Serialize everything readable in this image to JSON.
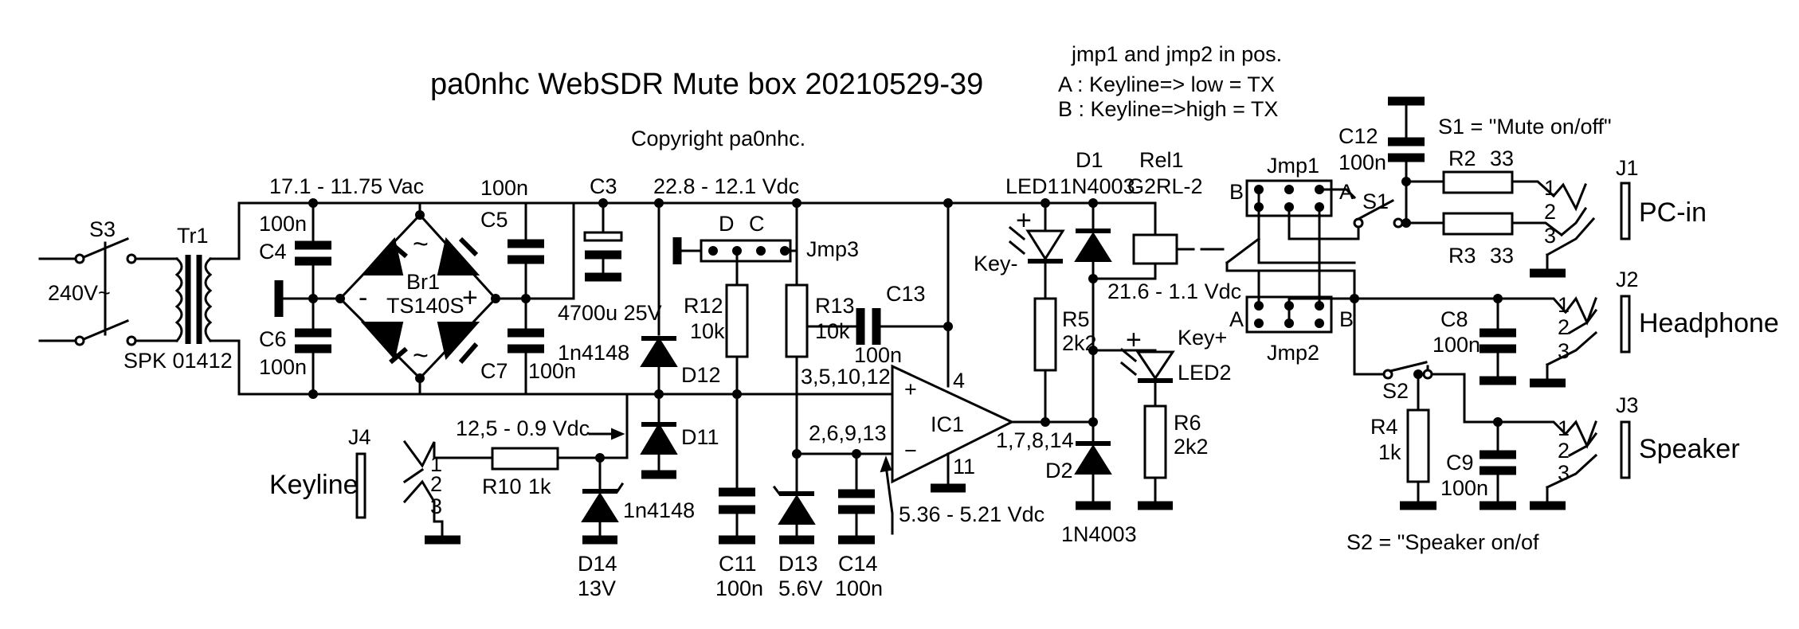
{
  "title": "pa0nhc WebSDR Mute box 20210529-39",
  "copyright": "Copyright pa0nhc.",
  "jumper_note": {
    "line1": "jmp1 and jmp2 in pos.",
    "line2": "A : Keyline=> low = TX",
    "line3": "B : Keyline=>high = TX"
  },
  "voltages": {
    "ac": "17.1 - 11.75 Vac",
    "dc": "22.8 - 12.1 Vdc",
    "relay": "21.6 - 1.1 Vdc",
    "keyline": "12,5 - 0.9 Vdc",
    "ref": "5.36 - 5.21 Vdc"
  },
  "switches": {
    "s3": "S3",
    "mains": "240V~",
    "s1": "S1",
    "s1_note": "S1 = \"Mute on/off\"",
    "s2": "S2",
    "s2_note": "S2 = \"Speaker on/of"
  },
  "transformer": {
    "ref": "Tr1",
    "part": "SPK 01412"
  },
  "bridge": {
    "ref": "Br1",
    "part": "TS140S",
    "plus": "+",
    "minus": "-",
    "ac": "~"
  },
  "caps": {
    "c3": "C3",
    "c3_val": "4700u 25V",
    "c4": "C4",
    "c4_val": "100n",
    "c5": "C5",
    "c5_val": "100n",
    "c6": "C6",
    "c6_val": "100n",
    "c7": "C7",
    "c7_val": "100n",
    "c8": "C8",
    "c8_val": "100n",
    "c9": "C9",
    "c9_val": "100n",
    "c11": "C11",
    "c11_val": "100n",
    "c12": "C12",
    "c12_val": "100n",
    "c13": "C13",
    "c13_val": "100n",
    "c14": "C14",
    "c14_val": "100n"
  },
  "resistors": {
    "r2": "R2",
    "r2_val": "33",
    "r3": "R3",
    "r3_val": "33",
    "r4": "R4",
    "r4_val": "1k",
    "r5": "R5",
    "r5_val": "2k2",
    "r6": "R6",
    "r6_val": "2k2",
    "r10": "R10",
    "r10_val": "1k",
    "r12": "R12",
    "r12_val": "10k",
    "r13": "R13",
    "r13_val": "10k"
  },
  "diodes": {
    "d1": "D1",
    "d1_val": "1N4003",
    "d2": "D2",
    "d2_val": "1N4003",
    "d11": "D11",
    "d11_val": "1n4148",
    "d12": "D12",
    "d12_val": "1n4148",
    "d13": "D13",
    "d13_val": "5.6V",
    "d14": "D14",
    "d14_val": "13V",
    "led1": "LED1",
    "led1_note": "Key-",
    "led2": "LED2",
    "led2_note": "Key+",
    "plus": "+"
  },
  "ic": {
    "ref": "IC1",
    "pin_plus": "+",
    "pin_minus": "−",
    "pins_vcc": "4",
    "pins_gnd": "11",
    "pins_in_plus": "3,5,10,12",
    "pins_in_minus": "2,6,9,13",
    "pins_out": "1,7,8,14"
  },
  "relay": {
    "ref": "Rel1",
    "part": "G2RL-2"
  },
  "jumpers": {
    "jmp1": "Jmp1",
    "jmp2": "Jmp2",
    "jmp3": "Jmp3",
    "pos_a": "A",
    "pos_b": "B",
    "pos_c": "C",
    "pos_d": "D"
  },
  "connectors": {
    "j1": "J1",
    "j1_name": "PC-in",
    "j2": "J2",
    "j2_name": "Headphone",
    "j3": "J3",
    "j3_name": "Speaker",
    "j4": "J4",
    "j4_name": "Keyline",
    "pin1": "1",
    "pin2": "2",
    "pin3": "3"
  }
}
